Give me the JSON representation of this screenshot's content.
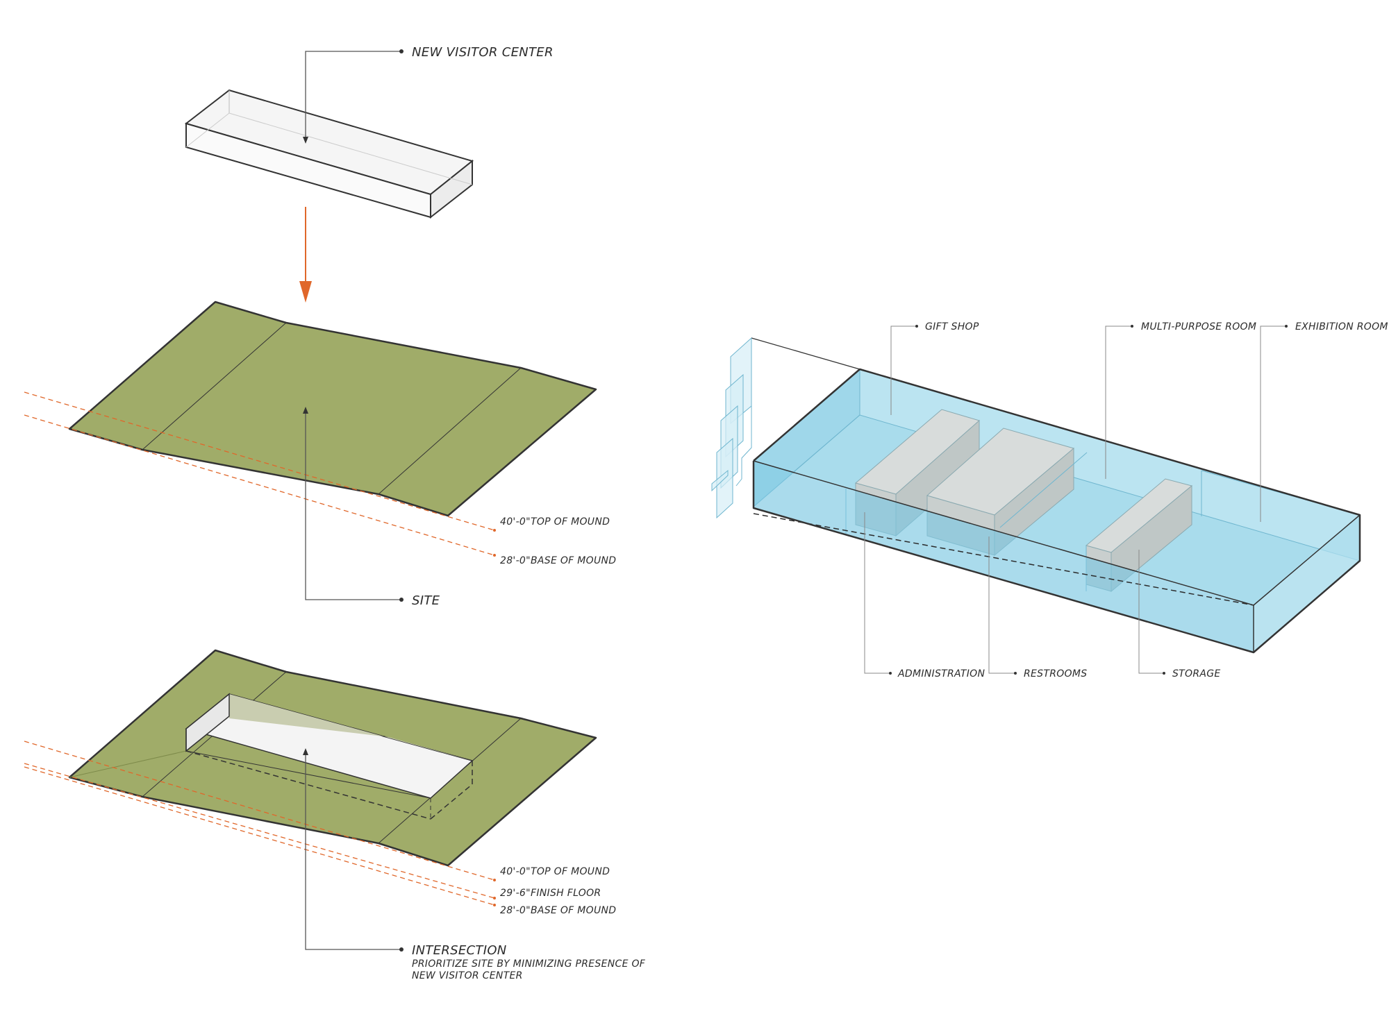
{
  "colors": {
    "site_green": "#a0ac69",
    "site_edge": "#333333",
    "orange_accent": "#e0672a",
    "program_blue": "#8fd0e6",
    "program_blue_light": "#bfe4f0",
    "core_grey": "#cfd3d2",
    "volume_white": "#f4f4f4"
  },
  "top_block": {
    "label": "NEW VISITOR CENTER"
  },
  "site_block": {
    "label": "SITE",
    "elevations": [
      {
        "value": "40'-0\"",
        "name": "TOP OF MOUND"
      },
      {
        "value": "28'-0\"",
        "name": "BASE OF MOUND"
      }
    ]
  },
  "intersection_block": {
    "label": "INTERSECTION",
    "note_line1": "PRIORITIZE SITE BY MINIMIZING PRESENCE OF",
    "note_line2": "NEW VISITOR CENTER",
    "elevations": [
      {
        "value": "40'-0\"",
        "name": "TOP OF MOUND"
      },
      {
        "value": "29'-6\"",
        "name": "FINISH FLOOR"
      },
      {
        "value": "28'-0\"",
        "name": "BASE OF MOUND"
      }
    ]
  },
  "program": {
    "top_labels": [
      "GIFT SHOP",
      "MULTI-PURPOSE ROOM",
      "EXHIBITION ROOM"
    ],
    "bottom_labels": [
      "ADMINISTRATION",
      "RESTROOMS",
      "STORAGE"
    ]
  }
}
